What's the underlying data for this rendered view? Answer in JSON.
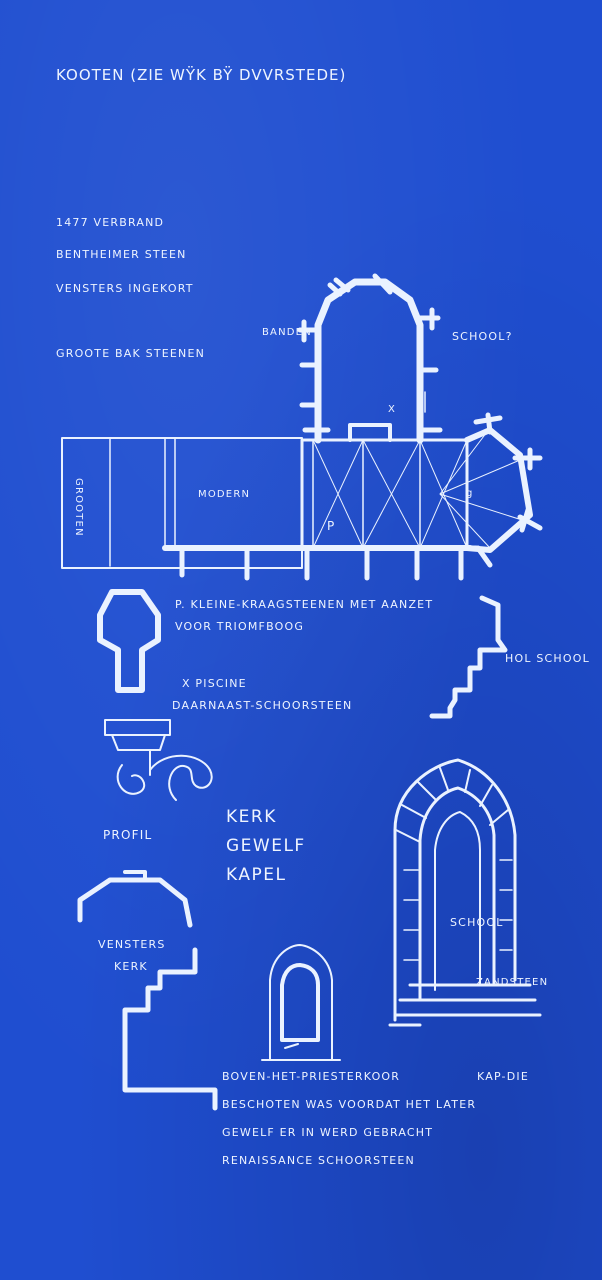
{
  "title": "KOOTEN (ZIE WŸK BŸ DVVRSTEDE)",
  "notes": {
    "line1": "1477 VERBRAND",
    "line2": "BENTHEIMER STEEN",
    "line3": "VENSTERS INGEKORT",
    "line4": "GROOTE BAK STEENEN"
  },
  "plan_labels": {
    "banden": "BANDEN",
    "school_q": "SCHOOL?",
    "x": "X",
    "grooten": "GROOTEN",
    "modern": "MODERN",
    "p": "P",
    "g": "g"
  },
  "legend": {
    "p_line1": "P. KLEINE-KRAAGSTEENEN MET AANZET",
    "p_line2": "VOOR TRIOMFBOOG",
    "x_line1": "X PISCINE",
    "x_line2": "DAARNAAST-SCHOORSTEEN",
    "hol_school": "HOL SCHOOL"
  },
  "profile_labels": {
    "profil": "PROFIL",
    "kerk": "KERK",
    "gewelf": "GEWELF",
    "kapel": "KAPEL",
    "vensters": "VENSTERS",
    "vensters_kerk": "KERK",
    "school": "SCHOOL",
    "zandsteen": "ZANDSTEEN"
  },
  "bottom_note": {
    "line1": "BOVEN-HET-PRIESTERKOOR",
    "line1b": "KAP-DIE",
    "line2": "BESCHOTEN WAS VOORDAT HET LATER",
    "line3": "GEWELF ER IN WERD GEBRACHT",
    "line4": "RENAISSANCE SCHOORSTEEN"
  },
  "colors": {
    "paper": "#1f4ed0",
    "ink": "#eaf2ff"
  }
}
